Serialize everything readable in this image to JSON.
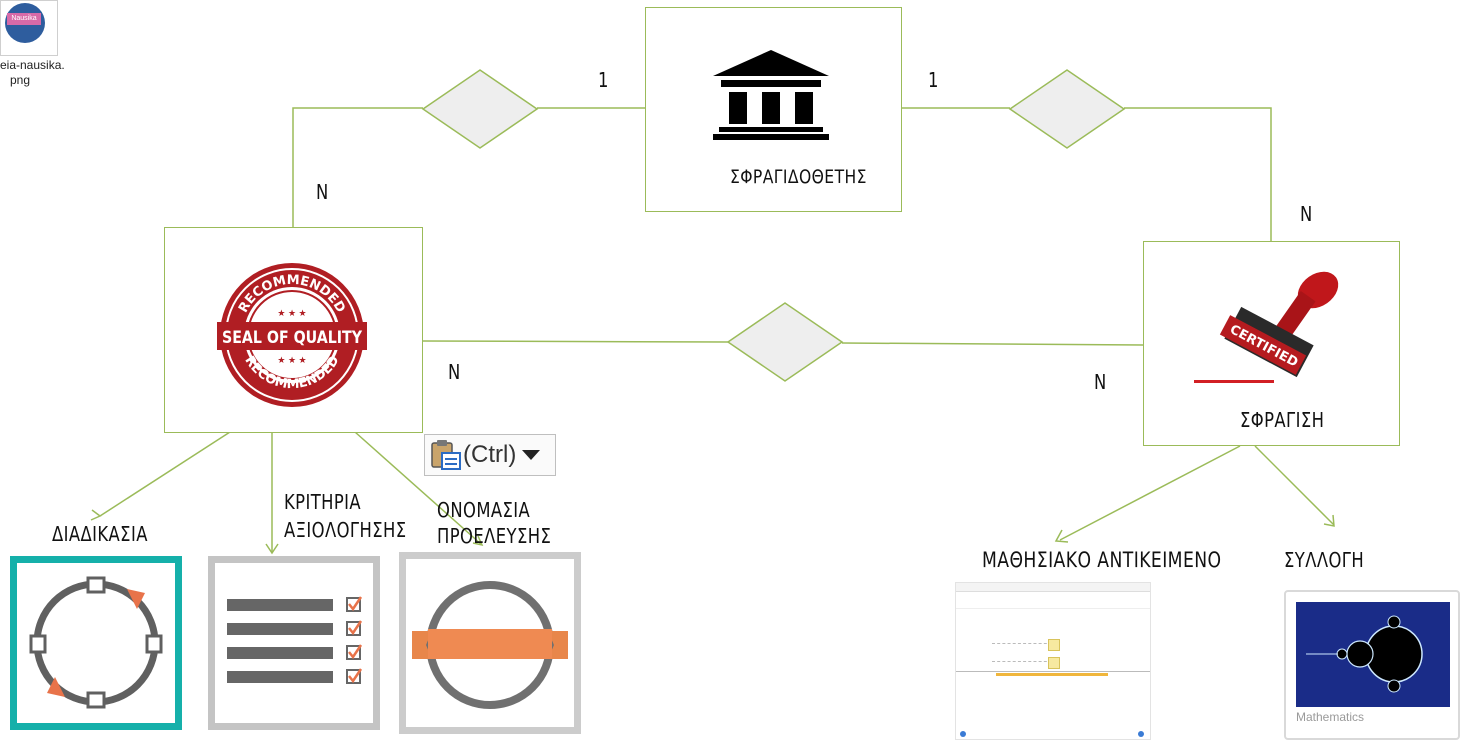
{
  "entities": {
    "seal_issuer": "ΣΦΡΑΓΙΔΟΘΕΤΗΣ",
    "sealing": "ΣΦΡΑΓΙΣΗ"
  },
  "cardinalities": {
    "issuer_left": "1",
    "issuer_right": "1",
    "seal_top": "N",
    "seal_right": "N",
    "sealing_top": "N",
    "sealing_left": "N"
  },
  "attributes": {
    "process": "ΔΙΑΔΙΚΑΣΙΑ",
    "criteria_line1": "ΚΡΙΤΗΡΙΑ",
    "criteria_line2": "ΑΞΙΟΛΟΓΗΣΗΣ",
    "origin_line1": "ΟΝΟΜΑΣΙΑ",
    "origin_line2": "ΠΡΟΕΛΕΥΣΗΣ",
    "learning_object": "ΜΑΘΗΣΙΑΚΟ ΑΝΤΙΚΕΙΜΕΝΟ",
    "collection": "ΣΥΛΛΟΓΗ"
  },
  "seal_image": {
    "top_text": "RECOMMENDED",
    "center_text": "SEAL OF QUALITY",
    "bottom_text": "RECOMMENDED"
  },
  "stamp_image_text": "CERTIFIED",
  "paste_button": {
    "label": "(Ctrl)"
  },
  "file": {
    "name_line1": "eia-nausika.",
    "name_line2": "png",
    "badge": "Nausika"
  },
  "mathematics_card": {
    "caption": "Mathematics"
  },
  "colors": {
    "line": "#9bbb59",
    "diamond": "#eeeeee",
    "seal_red": "#b01e23",
    "teal": "#15b0aa",
    "orange": "#e8864a"
  }
}
